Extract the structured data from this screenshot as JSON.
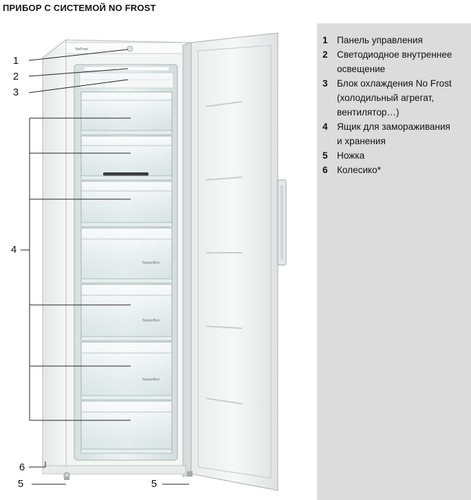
{
  "page": {
    "title": "ПРИБОР С СИСТЕМОЙ NO FROST"
  },
  "legend": {
    "items": [
      {
        "num": "1",
        "lines": [
          "Панель управления"
        ]
      },
      {
        "num": "2",
        "lines": [
          "Светодиодное внутреннее",
          "освещение"
        ]
      },
      {
        "num": "3",
        "lines": [
          "Блок охлаждения No Frost",
          "(холодильный агрегат,",
          "вентилятор…)"
        ]
      },
      {
        "num": "4",
        "lines": [
          "Ящик для замораживания",
          "и хранения"
        ]
      },
      {
        "num": "5",
        "lines": [
          "Ножка"
        ]
      },
      {
        "num": "6",
        "lines": [
          "Колесико*"
        ]
      }
    ]
  },
  "figure": {
    "callouts": {
      "c1": "1",
      "c2": "2",
      "c3": "3",
      "c4": "4",
      "c6": "6",
      "c5_left": "5",
      "c5_right": "5"
    },
    "brand_mark": "NoFrost",
    "drawer_labels": [
      "SpaceBox",
      "SpaceBox",
      "SpaceBox"
    ]
  }
}
